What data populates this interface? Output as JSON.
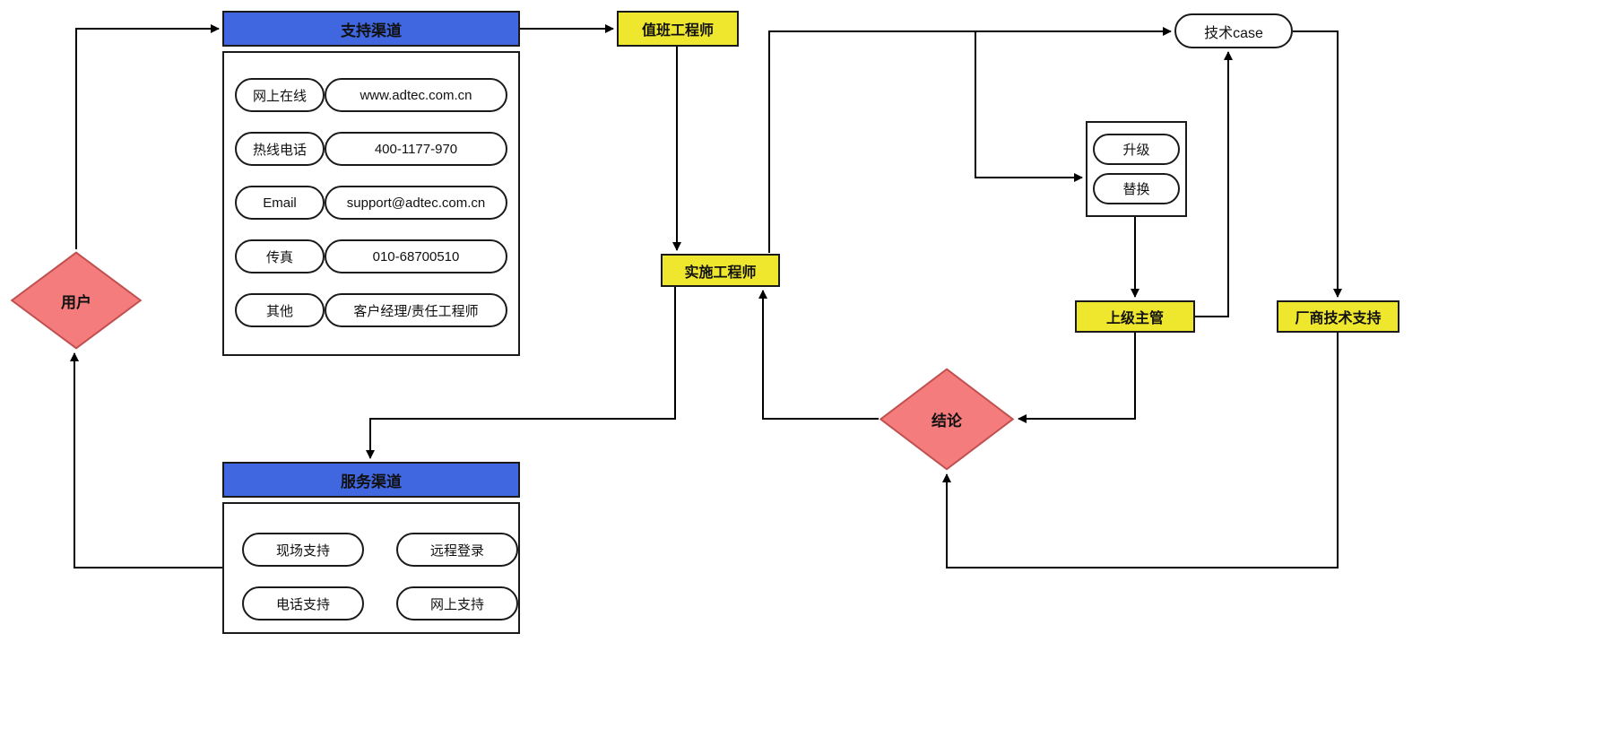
{
  "colors": {
    "blue": "#4066e0",
    "yellow": "#efe72e",
    "red": "#f47c7c",
    "red_border": "#c05050",
    "line": "#000000"
  },
  "user_diamond": {
    "label": "用户"
  },
  "support_channels": {
    "title": "支持渠道",
    "rows": [
      {
        "label": "网上在线",
        "value": "www.adtec.com.cn"
      },
      {
        "label": "热线电话",
        "value": "400-1177-970"
      },
      {
        "label": "Email",
        "value": "support@adtec.com.cn"
      },
      {
        "label": "传真",
        "value": "010-68700510"
      },
      {
        "label": "其他",
        "value": "客户经理/责任工程师"
      }
    ]
  },
  "duty_engineer": {
    "label": "值班工程师"
  },
  "impl_engineer": {
    "label": "实施工程师"
  },
  "tech_case": {
    "label": "技术case"
  },
  "escalation": {
    "items": [
      {
        "label": "升级"
      },
      {
        "label": "替换"
      }
    ]
  },
  "supervisor": {
    "label": "上级主管"
  },
  "vendor_support": {
    "label": "厂商技术支持"
  },
  "conclusion_diamond": {
    "label": "结论"
  },
  "service_channels": {
    "title": "服务渠道",
    "items": [
      {
        "label": "现场支持"
      },
      {
        "label": "远程登录"
      },
      {
        "label": "电话支持"
      },
      {
        "label": "网上支持"
      }
    ]
  }
}
